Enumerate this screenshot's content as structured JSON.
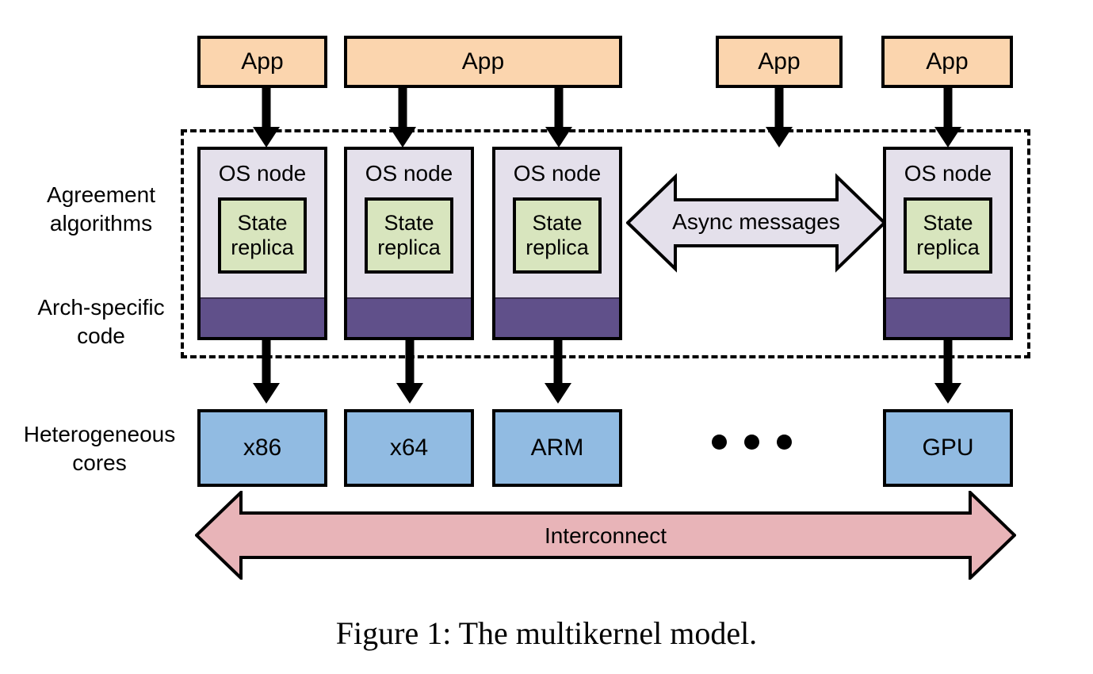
{
  "figure": {
    "caption": "Figure 1: The multikernel model.",
    "colors": {
      "app_fill": "#FBD5AE",
      "osnode_fill": "#E4E0EB",
      "state_replica_fill": "#D8E5BE",
      "arch_band_fill": "#60508A",
      "core_fill": "#91BBE2",
      "interconnect_fill": "#E8B4B8",
      "async_arrow_fill": "#E4E0EB",
      "outline": "#000000"
    }
  },
  "side_labels": [
    {
      "id": "agreement-algorithms",
      "line1": "Agreement",
      "line2": "algorithms"
    },
    {
      "id": "arch-specific-code",
      "line1": "Arch-specific",
      "line2": "code"
    },
    {
      "id": "heterogeneous-cores",
      "line1": "Heterogeneous",
      "line2": "cores"
    }
  ],
  "apps": [
    {
      "id": "app-1",
      "label": "App"
    },
    {
      "id": "app-2",
      "label": "App"
    },
    {
      "id": "app-3",
      "label": "App"
    },
    {
      "id": "app-4",
      "label": "App"
    }
  ],
  "os_nodes": [
    {
      "id": "os-node-1",
      "label": "OS node",
      "replica_line1": "State",
      "replica_line2": "replica"
    },
    {
      "id": "os-node-2",
      "label": "OS node",
      "replica_line1": "State",
      "replica_line2": "replica"
    },
    {
      "id": "os-node-3",
      "label": "OS node",
      "replica_line1": "State",
      "replica_line2": "replica"
    },
    {
      "id": "os-node-4",
      "label": "OS node",
      "replica_line1": "State",
      "replica_line2": "replica"
    }
  ],
  "cores": [
    {
      "id": "core-x86",
      "label": "x86"
    },
    {
      "id": "core-x64",
      "label": "x64"
    },
    {
      "id": "core-arm",
      "label": "ARM"
    },
    {
      "id": "core-gpu",
      "label": "GPU"
    }
  ],
  "ellipsis": "• • •",
  "async_messages": {
    "label": "Async messages"
  },
  "interconnect": {
    "label": "Interconnect"
  }
}
